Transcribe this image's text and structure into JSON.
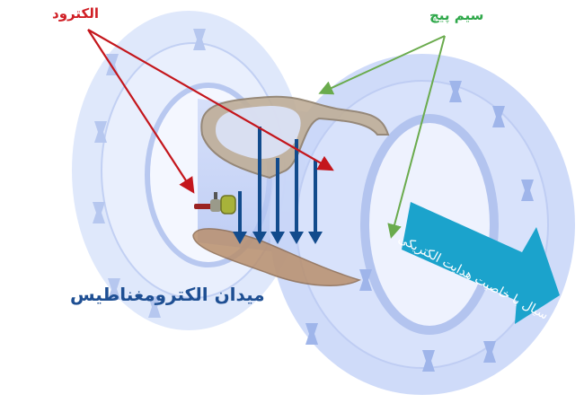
{
  "diagram": {
    "subject": "Electromagnetic flowmeter cross-section",
    "labels": {
      "electrode": "الکترود",
      "coil": "سیم پیچ",
      "magnetic_field": "میدان الکترومغناطیس",
      "conductive_fluid": "سیال با خاصیت هدایت الکتریکی"
    },
    "colors": {
      "electrode_label": "#d01f25",
      "electrode_arrows": "#c4161c",
      "coil_label": "#2fa84a",
      "coil_arrows": "#6aab4d",
      "field_label": "#1e4f93",
      "field_arrows": "#124b8c",
      "flow_arrow": "#1ba3cc",
      "pipe_body": "#c9d6f7",
      "coil_body": "#b9a893"
    },
    "field_arrow_count": 5
  }
}
